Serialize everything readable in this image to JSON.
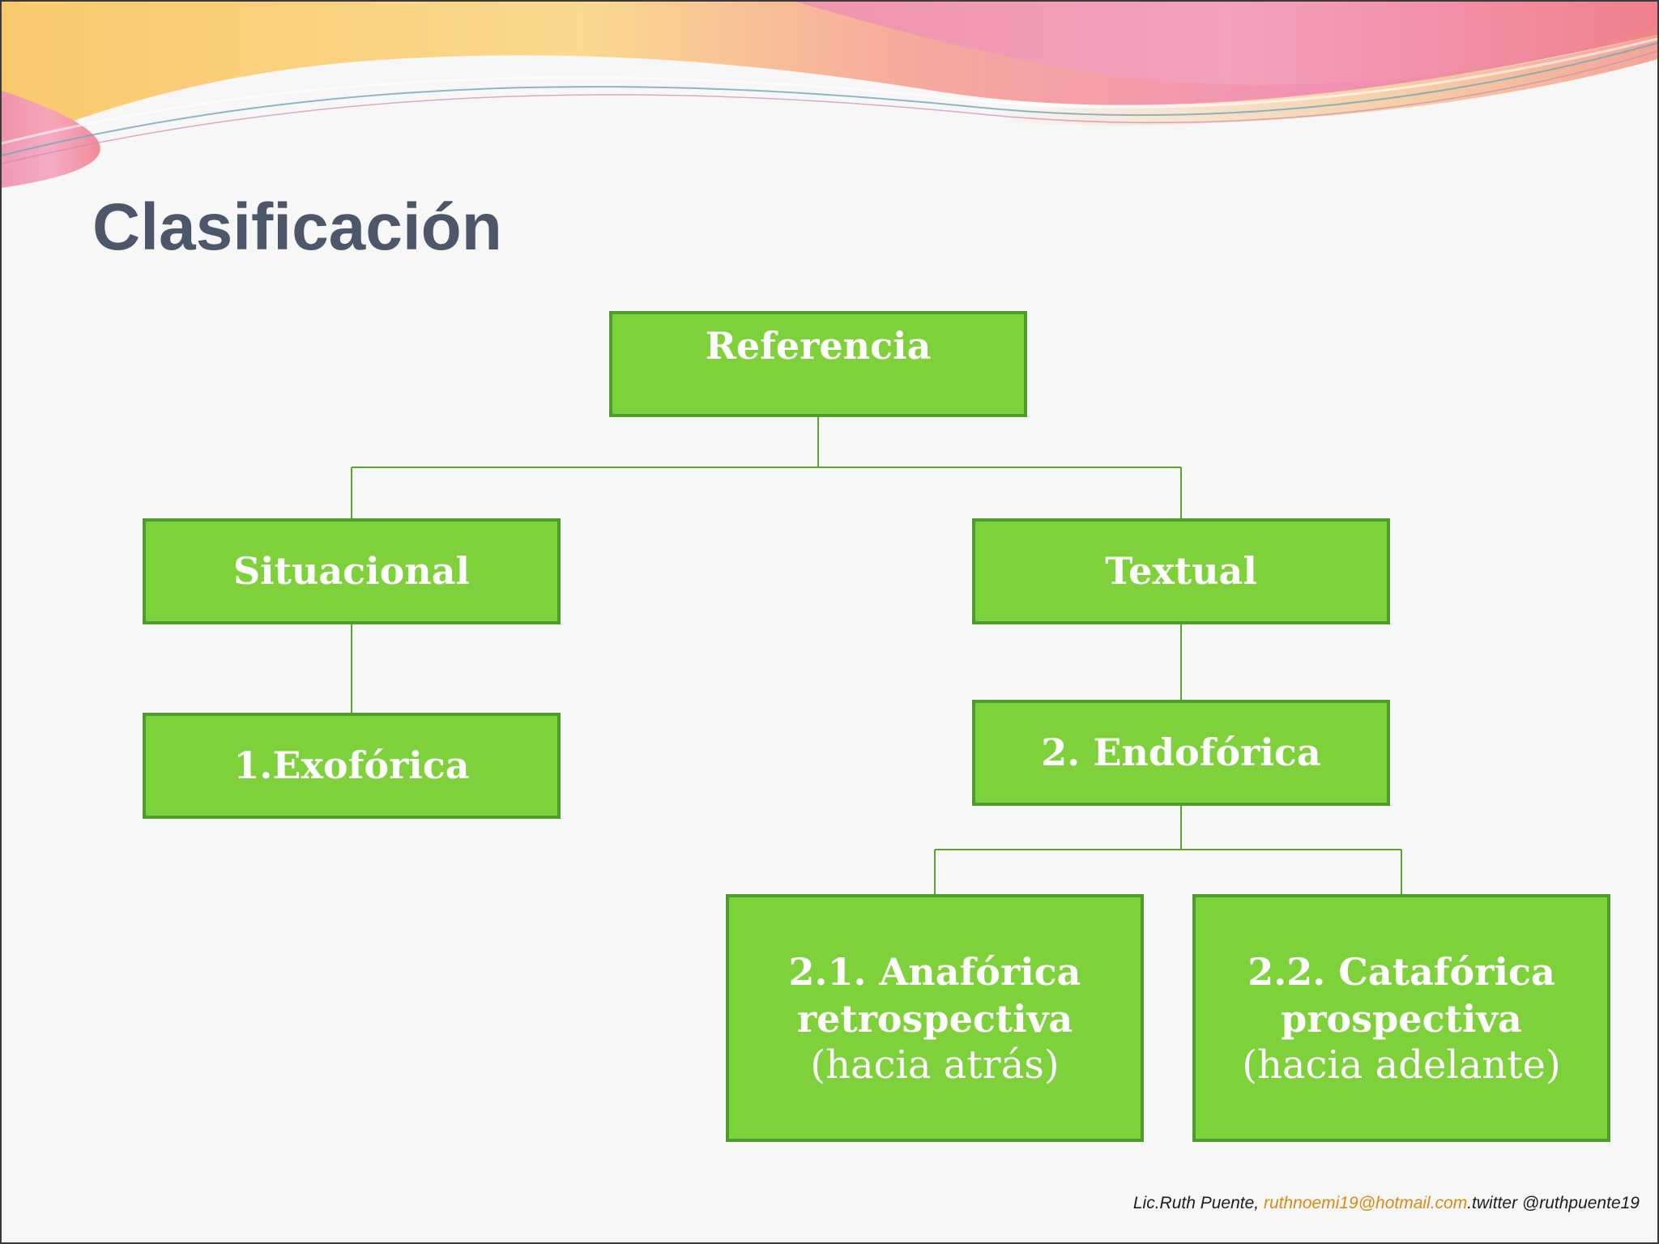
{
  "slide": {
    "title": "Clasificación"
  },
  "diagram": {
    "root": {
      "label": "Referencia"
    },
    "situacional": {
      "label": "Situacional"
    },
    "textual": {
      "label": "Textual"
    },
    "exoforica": {
      "label": "1.Exofórica"
    },
    "endoforica": {
      "label": "2. Endofórica"
    },
    "anaforica": {
      "line1": "2.1. Anafórica",
      "line2": "retrospectiva",
      "line3": "(hacia atrás)"
    },
    "cataforica": {
      "line1": "2.2. Catafórica",
      "line2": "prospectiva",
      "line3": "(hacia adelante)"
    }
  },
  "footer": {
    "author": "Lic.Ruth Puente, ",
    "email": "ruthnoemi19@hotmail.com",
    "twitter": ".twitter @ruthpuente19"
  },
  "colors": {
    "node_fill": "#7fd13b",
    "node_border": "#4e9c2b",
    "node_text": "#ffffff",
    "connector": "#5aa32e",
    "title": "#4c586a",
    "email": "#d98a14"
  }
}
